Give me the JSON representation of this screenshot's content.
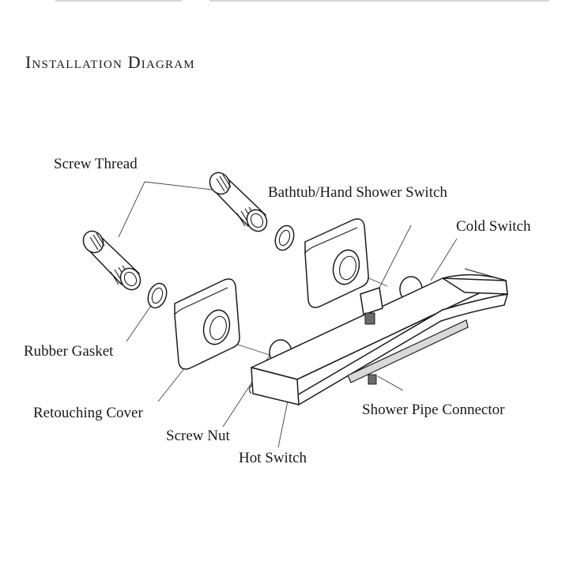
{
  "title": "Installation Diagram",
  "labels": {
    "screw_thread": "Screw Thread",
    "bathtub_switch": "Bathtub/Hand Shower Switch",
    "cold_switch": "Cold Switch",
    "rubber_gasket": "Rubber Gasket",
    "retouching_cover": "Retouching Cover",
    "screw_nut": "Screw Nut",
    "shower_pipe_connector": "Shower Pipe Connector",
    "hot_switch": "Hot Switch"
  }
}
